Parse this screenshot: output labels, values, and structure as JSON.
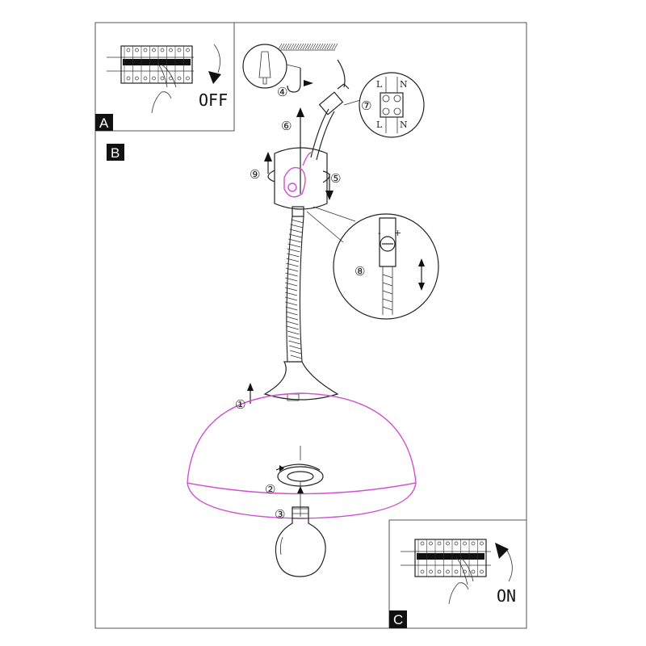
{
  "panels": {
    "a": {
      "tag": "A",
      "action": "OFF"
    },
    "b": {
      "tag": "B"
    },
    "c": {
      "tag": "C",
      "action": "ON"
    }
  },
  "steps": [
    "①",
    "②",
    "③",
    "④",
    "⑤",
    "⑥",
    "⑦",
    "⑧",
    "⑨"
  ],
  "terminal": {
    "live": "L",
    "neutral": "N"
  },
  "adjuster": {
    "minus": "-",
    "plus": "+"
  },
  "colors": {
    "accent": "#d04fd0",
    "line": "#222222"
  }
}
